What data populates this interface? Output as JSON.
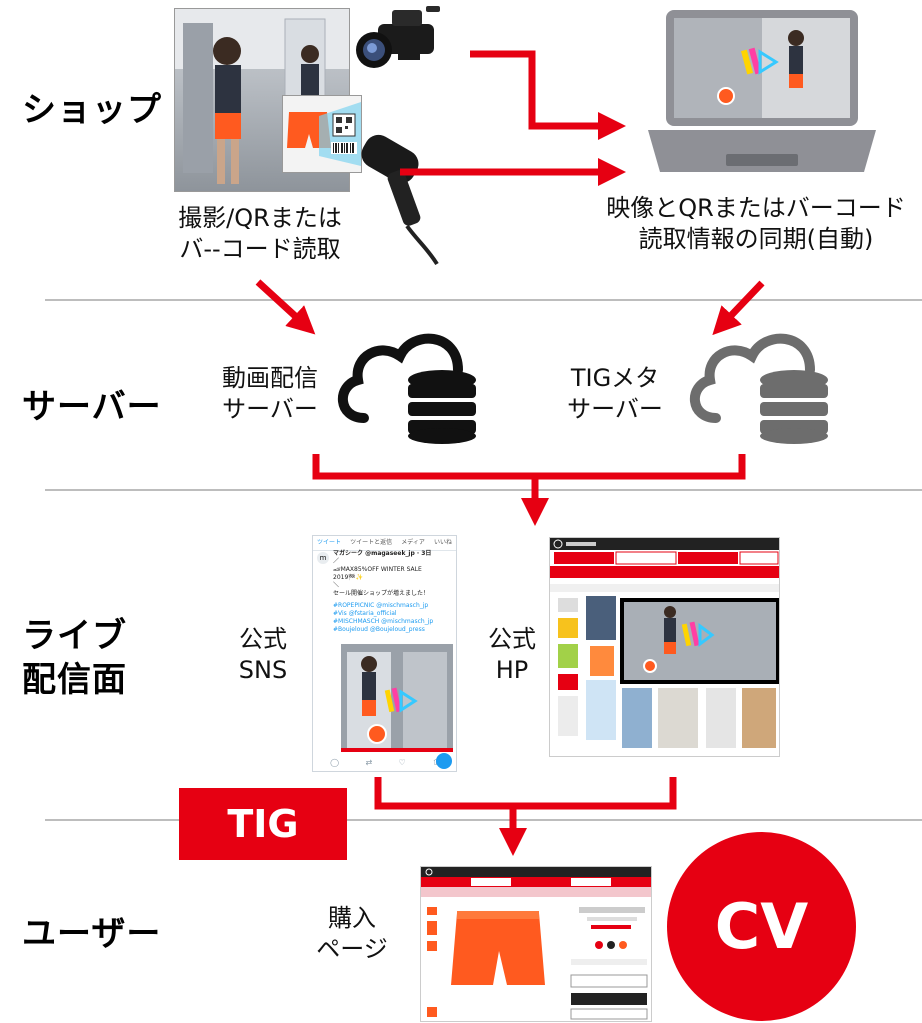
{
  "sections": {
    "shop": "ショップ",
    "server": "サーバー",
    "live": "ライブ\n配信面",
    "user": "ユーザー"
  },
  "shop": {
    "capture_caption": "撮影/QRまたは\nバ--コード読取",
    "sync_caption": "映像とQRまたはバーコード\n読取情報の同期(自動)"
  },
  "server": {
    "video_server": "動画配信\nサーバー",
    "tig_meta_server": "TIGメタ\nサーバー"
  },
  "live": {
    "sns_label": "公式\nSNS",
    "hp_label": "公式\nHP",
    "twitter_tabs": [
      "ツイート",
      "ツイートと返信",
      "メディア",
      "いいね"
    ],
    "tweet_lines": [
      "マガシーク @magaseek_jp · 3日",
      "／",
      "🏎MAX85%OFF WINTER SALE",
      "2019🏁✨",
      "＼",
      "セール開催ショップが増えました！",
      "",
      "#ROPEPICNIC @mischmasch_jp",
      "#Vis @fstaria_official",
      "#MISCHMASCH @mischmasch_jp",
      "#Boujeloud @Boujeloud_press"
    ]
  },
  "user": {
    "tig_badge": "TIG",
    "purchase_label": "購入\nページ",
    "cv_badge": "CV"
  },
  "colors": {
    "accent_red": "#e60012",
    "divider_gray": "#bdbdbd",
    "cloud_black": "#111111",
    "cloud_gray": "#6d6d6d"
  }
}
